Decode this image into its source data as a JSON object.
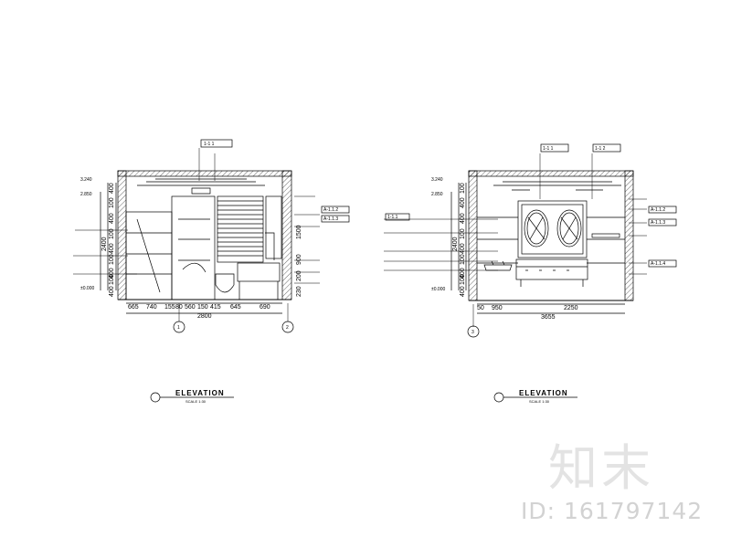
{
  "left_elevation": {
    "title": "ELEVATION",
    "scale": "SCALE 1:30",
    "label_top": "1-1 1",
    "label_right_1": "A-1.1.2",
    "label_right_2": "A-1.1.3",
    "level_top": "3.240",
    "level_mid": "2.850",
    "level_zero": "±0.000",
    "vdims": [
      "400",
      "100",
      "400",
      "100",
      "400",
      "100",
      "400",
      "100",
      "400"
    ],
    "total_height": "2400",
    "right_height_1": "1500",
    "right_height_2": "900",
    "right_height_3": "200",
    "right_height_4": "230",
    "bottom_dims": [
      "665",
      "740",
      "155",
      "80",
      "560",
      "150",
      "415",
      "645",
      "690"
    ],
    "total_width": "2800",
    "axis_a": "1",
    "axis_b": "2"
  },
  "right_elevation": {
    "title": "ELEVATION",
    "scale": "SCALE 1:30",
    "label_top_1": "1-1 1",
    "label_top_2": "1-1 2",
    "label_left_1": "1-1.1",
    "label_right_1": "A-1.1.2",
    "label_right_2": "A-1.1.3",
    "label_right_3": "A-1.1.4",
    "level_top": "3.240",
    "level_mid": "2.850",
    "level_zero": "±0.000",
    "vdims": [
      "100",
      "400",
      "400",
      "100",
      "400",
      "100",
      "400",
      "100",
      "400"
    ],
    "total_height": "2400",
    "bottom_dims": [
      "50",
      "950",
      "2250"
    ],
    "total_width": "3655",
    "axis_a": "3"
  },
  "watermark": {
    "logo": "知末",
    "id": "ID: 161797142"
  }
}
